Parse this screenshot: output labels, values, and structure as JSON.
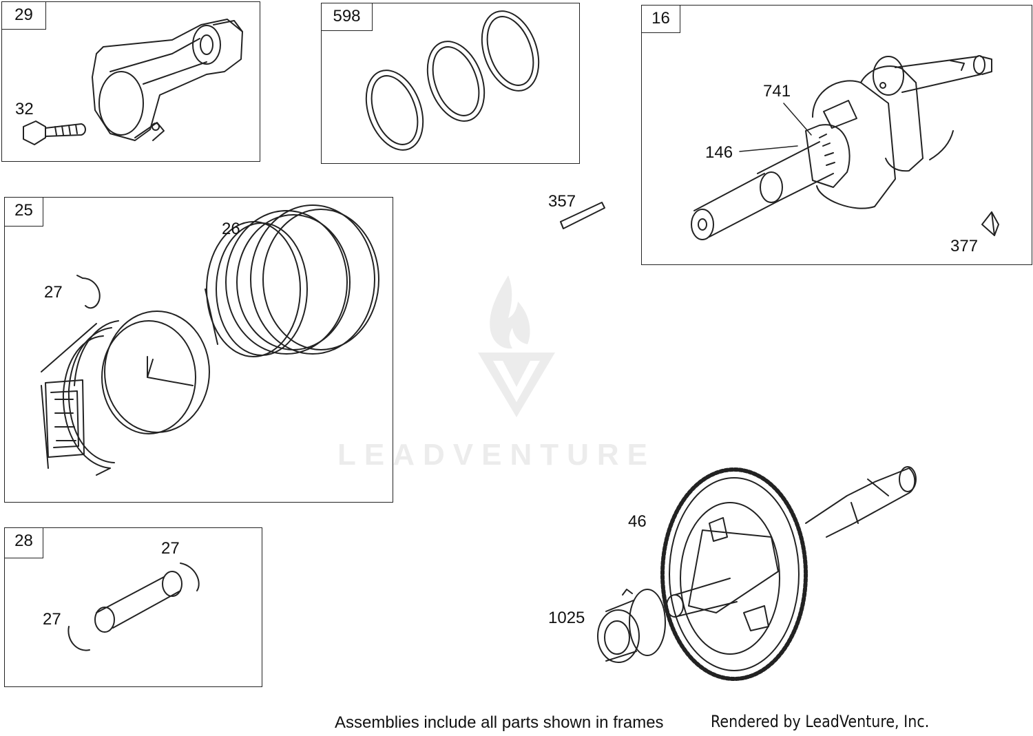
{
  "frames": {
    "f29": {
      "tag": "29"
    },
    "f598": {
      "tag": "598"
    },
    "f16": {
      "tag": "16"
    },
    "f25": {
      "tag": "25"
    },
    "f28": {
      "tag": "28"
    }
  },
  "callouts": {
    "c32": "32",
    "c741": "741",
    "c146": "146",
    "c357": "357",
    "c377": "377",
    "c26": "26",
    "c27a": "27",
    "c27b": "27",
    "c27c": "27",
    "c46": "46",
    "c1025": "1025"
  },
  "watermark": {
    "text": "LEADVENTURE"
  },
  "footer": {
    "note": "Assemblies include all parts shown in frames",
    "credit": "Rendered by LeadVenture, Inc."
  }
}
